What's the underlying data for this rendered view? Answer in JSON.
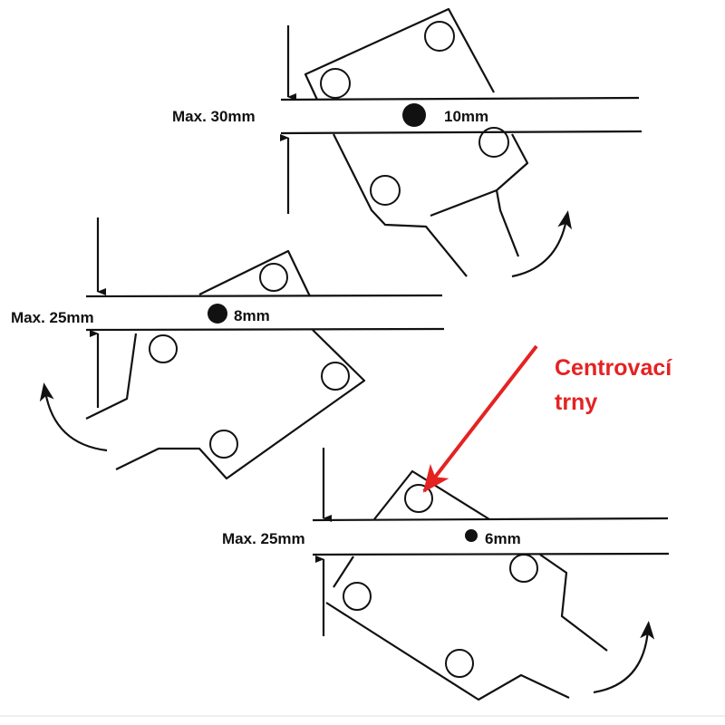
{
  "diagrams": [
    {
      "max_label": "Max. 30mm",
      "pin_label": "10mm"
    },
    {
      "max_label": "Max. 25mm",
      "pin_label": "8mm"
    },
    {
      "max_label": "Max. 25mm",
      "pin_label": "6mm"
    }
  ],
  "callout": {
    "line1": "Centrovací",
    "line2": "trny",
    "color": "#e52222"
  }
}
